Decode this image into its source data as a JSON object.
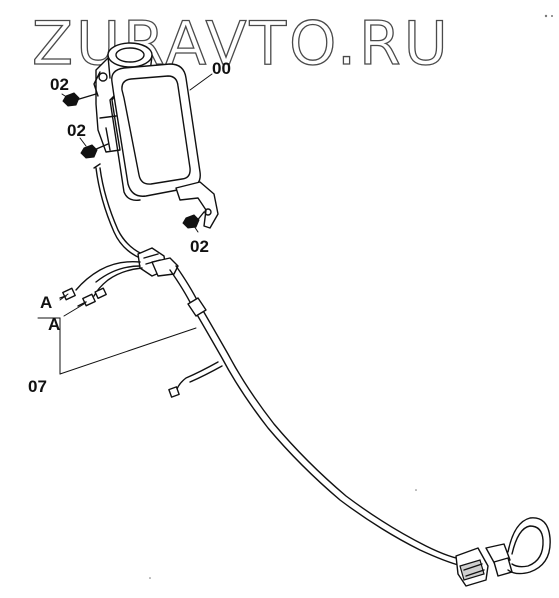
{
  "watermark": {
    "text": "ZURAVTO.RU"
  },
  "callouts": {
    "mirror_assembly": "00",
    "bolt_upper_left": "02",
    "bolt_middle_left": "02",
    "bolt_lower": "02",
    "connector_a_upper": "A",
    "connector_a_lower": "A",
    "harness": "07"
  },
  "colors": {
    "line": "#111111",
    "watermark_outline": "#4a4a4a",
    "background": "#ffffff"
  }
}
